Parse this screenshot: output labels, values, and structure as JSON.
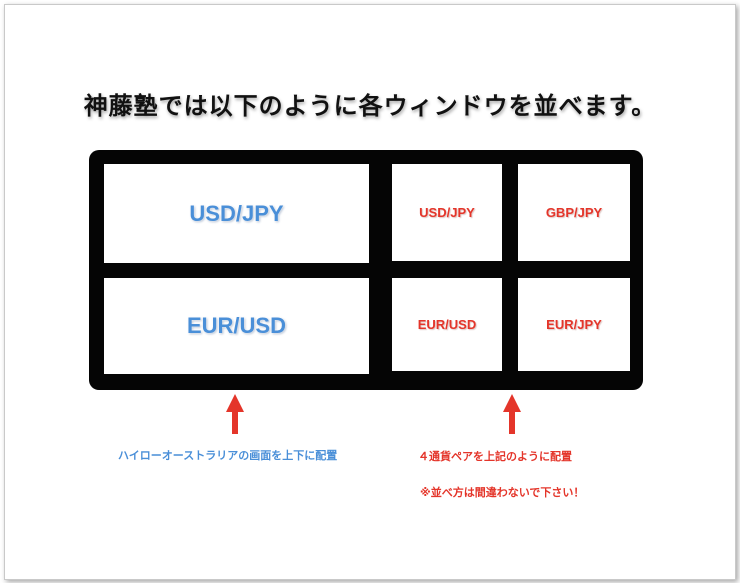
{
  "title": "神藤塾では以下のように各ウィンドウを並べます。",
  "panes": {
    "large_top": "USD/JPY",
    "large_bottom": "EUR/USD",
    "small_top_left": "USD/JPY",
    "small_top_right": "GBP/JPY",
    "small_bottom_left": "EUR/USD",
    "small_bottom_right": "EUR/JPY"
  },
  "notes": {
    "left": "ハイローオーストラリアの画面を上下に配置",
    "right": "４通貨ペアを上記のように配置",
    "caution": "※並べ方は間違わないで下さい！"
  },
  "colors": {
    "frame": "#050505",
    "large_label": "#4a8fd8",
    "small_label": "#e4352a",
    "arrow": "#e4352a"
  }
}
